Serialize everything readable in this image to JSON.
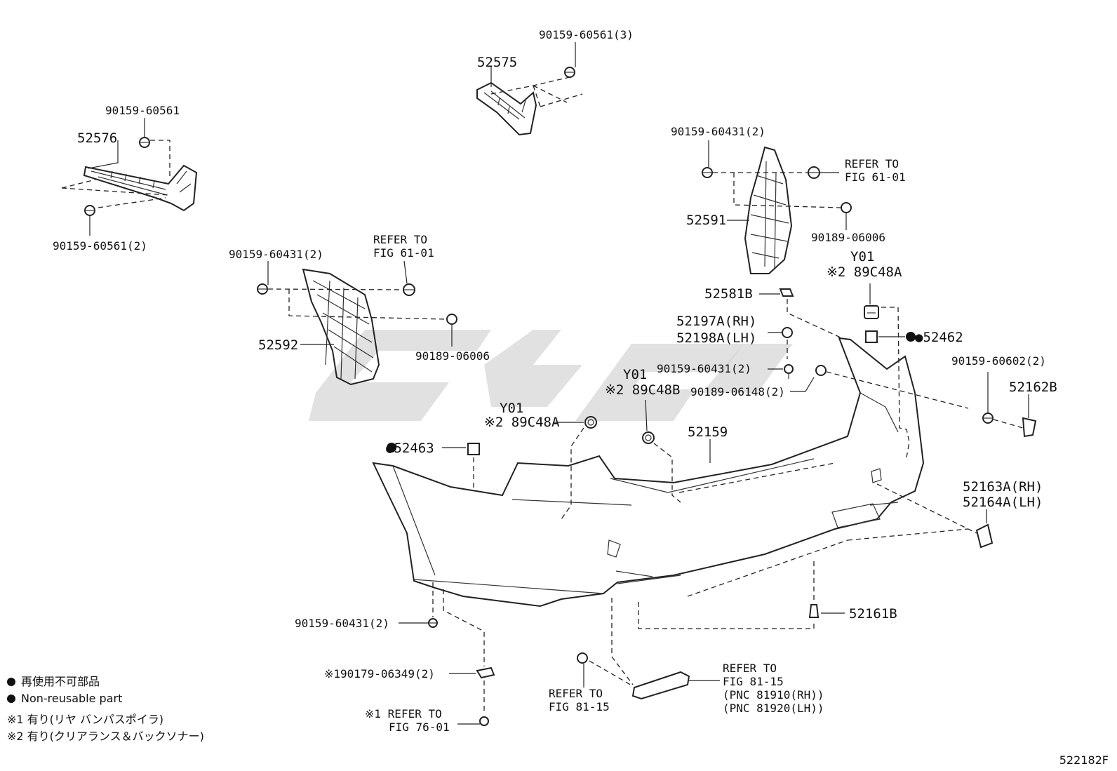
{
  "callouts": {
    "p52575": "52575",
    "b90159_60561_3": "90159-60561(3)",
    "p52576": "52576",
    "b90159_60561": "90159-60561",
    "b90159_60561_2": "90159-60561(2)",
    "b90159_60431_2_left": "90159-60431(2)",
    "refer_61_a1": "REFER TO",
    "refer_61_a2": "FIG 61-01",
    "p52592": "52592",
    "b90189_06006_left": "90189-06006",
    "b90159_60431_2_right": "90159-60431(2)",
    "refer_61_b1": "REFER TO",
    "refer_61_b2": "FIG 61-01",
    "p52591": "52591",
    "b90189_06006_right": "90189-06006",
    "y01_right": "Y01",
    "s2_89c48a_right": "※2 89C48A",
    "p52581b": "52581B",
    "p52197a": "52197A(RH)",
    "p52198a": "52198A(LH)",
    "p52462": "●52462",
    "b90159_60431_2_mid": "90159-60431(2)",
    "b90189_06148_2": "90189-06148(2)",
    "b90159_60602_2": "90159-60602(2)",
    "p52162b": "52162B",
    "y01_mid": "Y01",
    "s2_89c48b": "※2 89C48B",
    "y01_left": "Y01",
    "s2_89c48a_left": "※2 89C48A",
    "p52159": "52159",
    "p52463": "●52463",
    "p52163a": "52163A(RH)",
    "p52164a": "52164A(LH)",
    "p52161b": "52161B",
    "b90159_60431_2_bottom": "90159-60431(2)",
    "s1_90179": "※190179-06349(2)",
    "refer_76_1": "※1 REFER TO",
    "refer_76_2": "FIG 76-01",
    "refer_8115_a1": "REFER TO",
    "refer_8115_a2": "FIG 81-15",
    "refer_8115_b1": "REFER TO",
    "refer_8115_b2": "FIG 81-15",
    "pnc_81910": "(PNC 81910(RH))",
    "pnc_81920": "(PNC 81920(LH))"
  },
  "legend": {
    "jp_nonreusable": "再使用不可部品",
    "en_nonreusable": "Non-reusable part",
    "note1": "※1 有り(リヤ バンパスポイラ)",
    "note2": "※2 有り(クリアランス＆バックソナー)"
  },
  "diagram_code": "522182F"
}
